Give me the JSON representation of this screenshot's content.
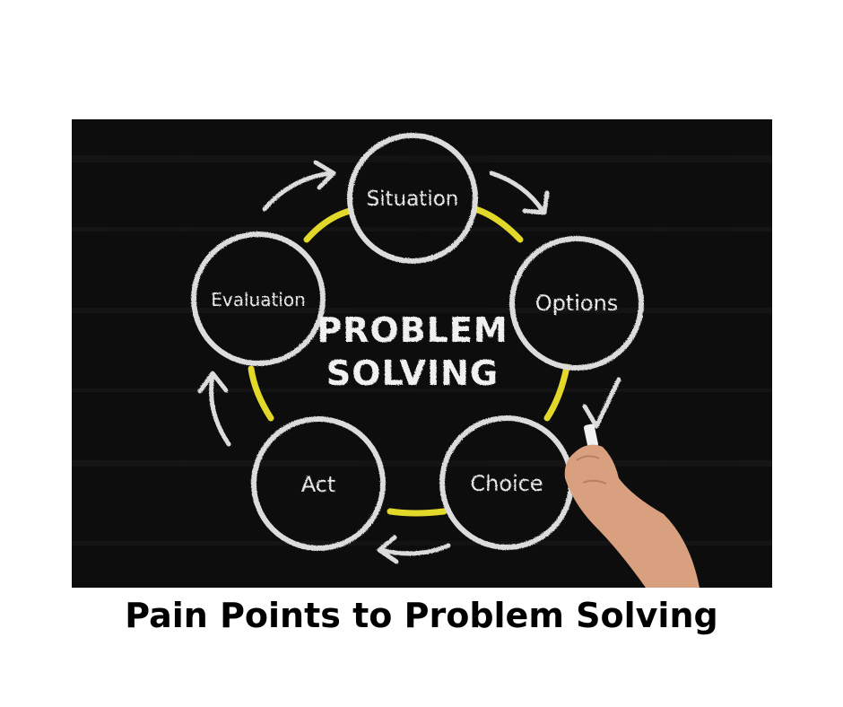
{
  "diagram": {
    "center_label_line1": "PROBLEM",
    "center_label_line2": "SOLVING",
    "steps": [
      {
        "label": "Situation"
      },
      {
        "label": "Options"
      },
      {
        "label": "Choice"
      },
      {
        "label": "Act"
      },
      {
        "label": "Evaluation"
      }
    ]
  },
  "caption": "Pain Points to Problem Solving",
  "colors": {
    "board": "#0d0d0d",
    "chalk": "#e9e9e9",
    "connector": "#e1d82a"
  }
}
